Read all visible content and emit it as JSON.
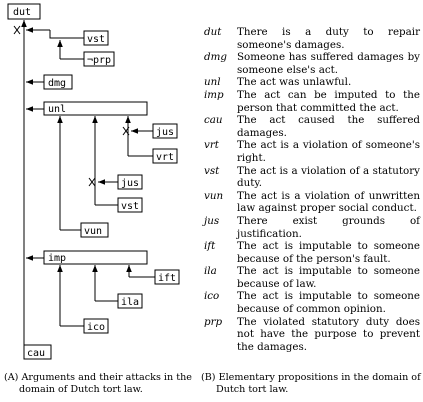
{
  "diagram": {
    "nodes": {
      "dut": "dut",
      "vst_top": "vst",
      "notprp": "¬prp",
      "dmg": "dmg",
      "unl": "unl",
      "jus_a": "jus",
      "vrt": "vrt",
      "jus_b": "jus",
      "vst_mid": "vst",
      "vun": "vun",
      "imp": "imp",
      "ift": "ift",
      "ila": "ila",
      "ico": "ico",
      "cau": "cau"
    }
  },
  "legend": [
    {
      "abbr": "dut",
      "desc": "There is a duty to repair someone's damages."
    },
    {
      "abbr": "dmg",
      "desc": "Someone has suffered damages by someone else's act."
    },
    {
      "abbr": "unl",
      "desc": "The act was unlawful."
    },
    {
      "abbr": "imp",
      "desc": "The act can be imputed to the person that committed the act."
    },
    {
      "abbr": "cau",
      "desc": "The act caused the suffered damages."
    },
    {
      "abbr": "vrt",
      "desc": "The act is a violation of someone's right."
    },
    {
      "abbr": "vst",
      "desc": "The act is a violation of a statutory duty."
    },
    {
      "abbr": "vun",
      "desc": "The act is a violation of unwritten law against proper social conduct."
    },
    {
      "abbr": "jus",
      "desc": "There exist grounds of justification."
    },
    {
      "abbr": "ift",
      "desc": "The act is imputable to someone because of the person's fault."
    },
    {
      "abbr": "ila",
      "desc": "The act is imputable to someone because of law."
    },
    {
      "abbr": "ico",
      "desc": "The act is imputable to someone because of common opinion."
    },
    {
      "abbr": "prp",
      "desc": "The violated statutory duty does not have the purpose to prevent the damages."
    }
  ],
  "captions": {
    "a_label": "(A)",
    "a_text": "Arguments and their attacks in the domain of Dutch tort law.",
    "b_label": "(B)",
    "b_text": "Elementary propositions in the domain of Dutch tort law."
  }
}
